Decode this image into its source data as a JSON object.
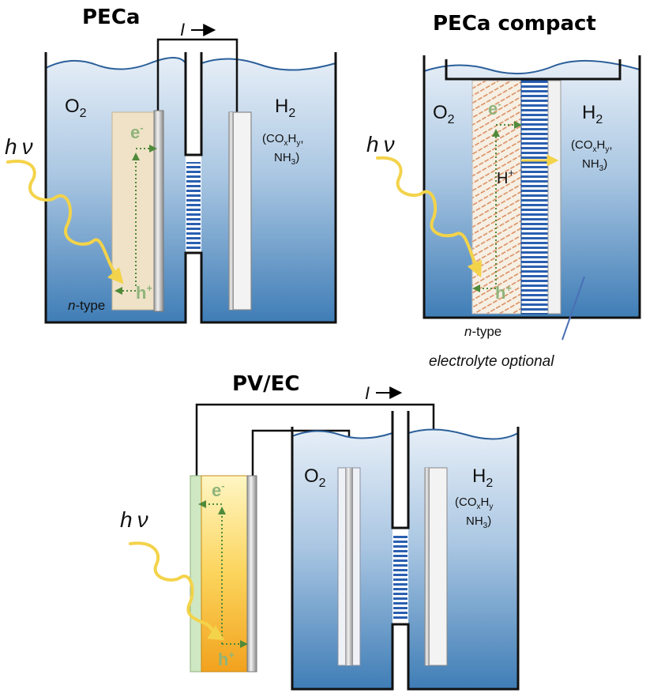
{
  "titles": {
    "peca": "PECa",
    "peca_compact": "PECa compact",
    "pv_ec": "PV/EC"
  },
  "current_label": "I",
  "photon": {
    "h": "h",
    "nu": "ν"
  },
  "species": {
    "oxygen": "O",
    "oxygen_sub": "2",
    "hydrogen": "H",
    "hydrogen_sub": "2",
    "alt_products": {
      "open": "(CO",
      "x": "x",
      "h": "H",
      "y": "y",
      "comma": ",",
      "nh": "NH",
      "three": "3",
      "close": ")"
    },
    "alt_products_pvec": {
      "open": "(CO",
      "x": "x",
      "h": "H",
      "y": "y",
      "nh": "NH",
      "three": "3",
      "close": ")"
    }
  },
  "carriers": {
    "electron": "e",
    "electron_sup": "-",
    "hole": "h",
    "hole_sup": "+",
    "proton": "H",
    "proton_sup": "+"
  },
  "annotations": {
    "n_type_italic": "n",
    "n_type_rest": "-type",
    "electrolyte_optional": "electrolyte optional"
  },
  "colors": {
    "water_top": "#e4edf6",
    "water_bottom": "#3f7fb7",
    "photoanode": "#efe3c8",
    "pv_yellow": "#f7b93a",
    "arrow_green": "#4f8a3a",
    "photon_yellow": "#f3d34a",
    "membrane_blue": "#2a5fb0"
  }
}
